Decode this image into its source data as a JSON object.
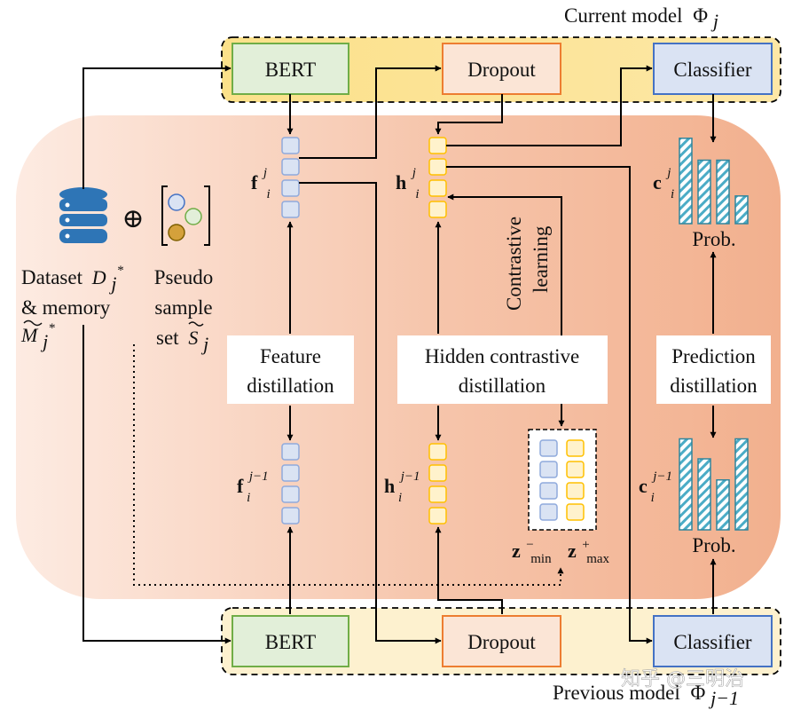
{
  "models": {
    "current_label": "Current model",
    "current_symbol": "Φ",
    "current_sub": "j",
    "previous_label": "Previous model",
    "previous_symbol": "Φ",
    "previous_sub": "j−1"
  },
  "modules": {
    "bert": "BERT",
    "dropout": "Dropout",
    "classifier": "Classifier"
  },
  "data_inputs": {
    "dataset_line1_text": "Dataset",
    "dataset_symbol": "D",
    "dataset_sub": "j",
    "dataset_sup": "*",
    "memory_text": "& memory",
    "memory_symbol": "M",
    "memory_sub": "j",
    "memory_sup": "*",
    "plus_symbol": "⊕",
    "pseudo_line1": "Pseudo",
    "pseudo_line2": "sample",
    "pseudo_set_text": "set",
    "pseudo_symbol": "S",
    "pseudo_sub": "j"
  },
  "distillations": {
    "feature_line1": "Feature",
    "feature_line2": "distillation",
    "hidden_line1": "Hidden contrastive",
    "hidden_line2": "distillation",
    "prediction_line1": "Prediction",
    "prediction_line2": "distillation",
    "contrastive_line1": "Contrastive",
    "contrastive_line2": "learning"
  },
  "variables": {
    "f_current": "f",
    "f_current_sup": "j",
    "f_current_sub": "i",
    "h_current": "h",
    "h_current_sup": "j",
    "h_current_sub": "i",
    "c_current": "c",
    "c_current_sup": "j",
    "c_current_sub": "i",
    "f_prev": "f",
    "f_prev_sup": "j−1",
    "f_prev_sub": "i",
    "h_prev": "h",
    "h_prev_sup": "j−1",
    "h_prev_sub": "i",
    "c_prev": "c",
    "c_prev_sup": "j−1",
    "c_prev_sub": "i",
    "z_min": "z",
    "z_min_sup": "−",
    "z_min_sub": "min",
    "z_max": "z",
    "z_max_sup": "+",
    "z_max_sub": "max",
    "prob_label": "Prob."
  },
  "watermark": "知乎 @三明治",
  "probabilities": {
    "current": [
      0.74,
      0.55,
      0.55,
      0.24
    ],
    "previous": [
      0.82,
      0.64,
      0.45,
      0.82
    ]
  },
  "colors": {
    "bert_fill": "#e2efd9",
    "bert_stroke": "#70ad47",
    "dropout_fill": "#fbe5d6",
    "dropout_stroke": "#ed7d31",
    "classifier_fill": "#dae3f3",
    "classifier_stroke": "#4472c4",
    "feature_cell_fill": "#dae3f3",
    "feature_cell_stroke": "#8faadc",
    "hidden_cell_fill": "#fff2cc",
    "hidden_cell_stroke": "#ffc000",
    "bar_stroke": "#31859c"
  }
}
